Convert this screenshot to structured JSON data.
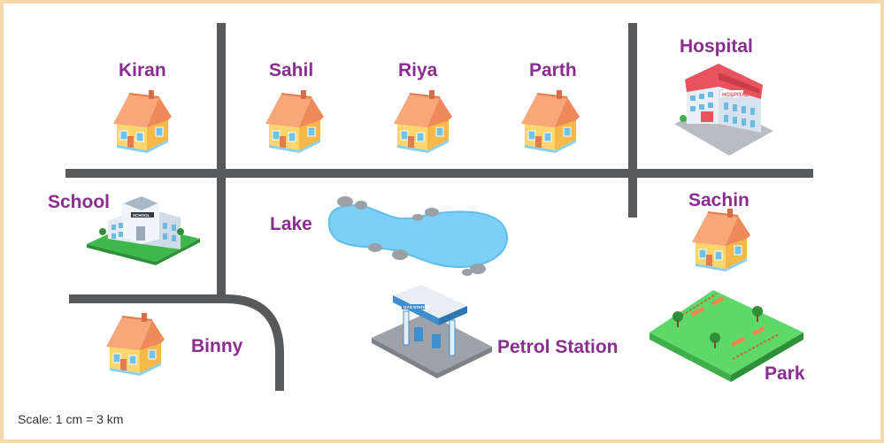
{
  "labels": {
    "kiran": "Kiran",
    "sahil": "Sahil",
    "riya": "Riya",
    "parth": "Parth",
    "hospital": "Hospital",
    "school": "School",
    "lake": "Lake",
    "sachin": "Sachin",
    "binny": "Binny",
    "petrol_station": "Petrol Station",
    "park": "Park"
  },
  "building_signs": {
    "hospital": "HOSPITAL",
    "school": "SCHOOL",
    "petrol_station": "GAS STATION"
  },
  "scale_text": "Scale: 1 cm = 3 km",
  "colors": {
    "label": "#8a2d8f",
    "road": "#58595b",
    "border": "#f5d9a8",
    "lake": "#7ccff7",
    "roof": "#f7a77a",
    "wall": "#fbd46d",
    "grass": "#5fd86a"
  }
}
